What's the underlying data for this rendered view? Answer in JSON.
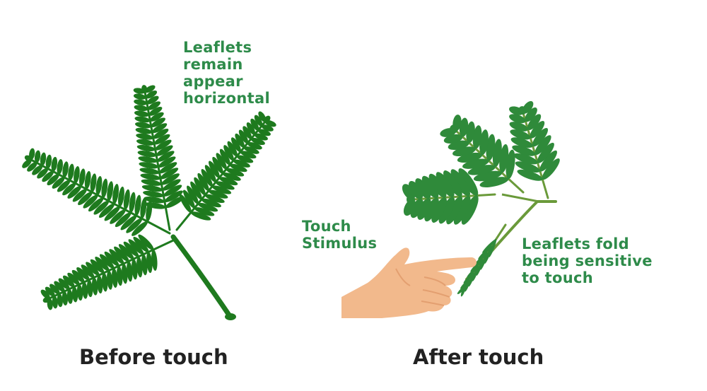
{
  "labels": {
    "before_note": [
      "Leaflets",
      "remain",
      "appear",
      "horizontal"
    ],
    "touch_stimulus": [
      "Touch",
      "Stimulus"
    ],
    "after_note": [
      "Leaflets fold",
      "being sensitive",
      "to touch"
    ]
  },
  "captions": {
    "before": "Before touch",
    "after": "After touch"
  },
  "colors": {
    "label_green": "#2e8b4a",
    "leaf_dark": "#1e7a1e",
    "leaf_after": "#2f8a3a",
    "stem_after": "#6a9a3a",
    "skin": "#f2b98c",
    "skin_shade": "#e39f70",
    "caption": "#222222"
  }
}
